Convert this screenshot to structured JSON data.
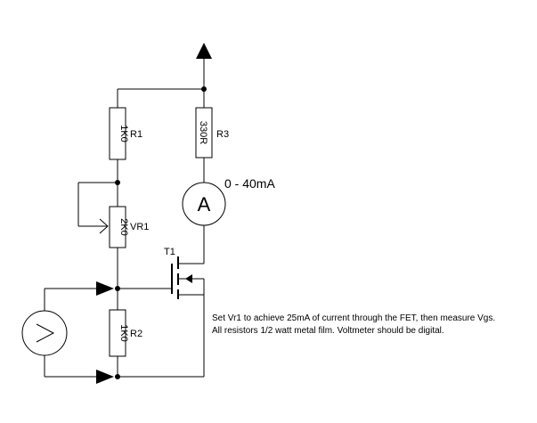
{
  "components": {
    "r1": {
      "value": "1K0",
      "ref": "R1"
    },
    "r3": {
      "value": "330R",
      "ref": "R3"
    },
    "vr1": {
      "value": "2K0",
      "ref": "VR1"
    },
    "r2": {
      "value": "1K0",
      "ref": "R2"
    },
    "t1": {
      "ref": "T1"
    }
  },
  "meters": {
    "ammeter": {
      "symbol": "A",
      "range": "0 - 40mA"
    },
    "voltmeter": {
      "symbol": ">"
    }
  },
  "notes": {
    "line1": "Set Vr1 to achieve 25mA of current through the FET, then measure Vgs.",
    "line2": "All resistors 1/2 watt metal film.  Voltmeter should be digital."
  }
}
